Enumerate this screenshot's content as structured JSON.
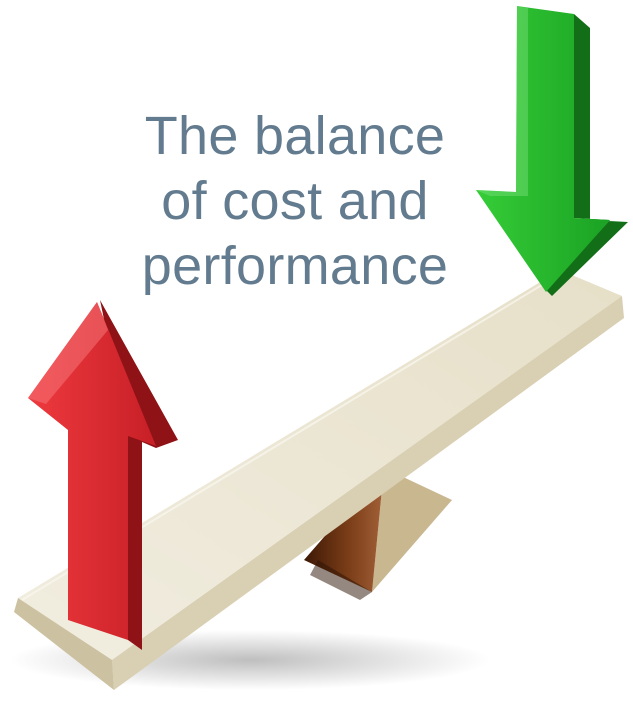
{
  "headline": {
    "lines": [
      "The balance",
      "of cost and",
      "performance"
    ]
  },
  "colors": {
    "text": "#637b8f",
    "up_arrow": "#d7262d",
    "down_arrow": "#22b12a",
    "plank": "#ebe6d4",
    "fulcrum": "#6b3414"
  },
  "icons": {
    "up_arrow": "red-up-arrow-icon",
    "down_arrow": "green-down-arrow-icon"
  }
}
